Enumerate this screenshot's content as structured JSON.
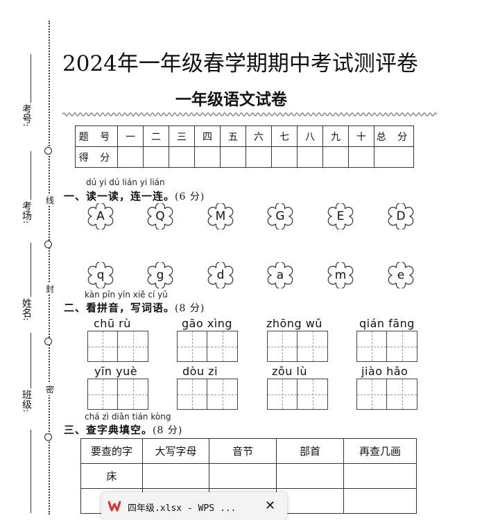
{
  "margin": {
    "labels": [
      "考号:",
      "考场:",
      "姓名:",
      "班级:"
    ],
    "seal_chars": [
      "线",
      "封",
      "密"
    ]
  },
  "header": {
    "title": "2024年一年级春学期期中考试测评卷",
    "subtitle": "一年级语文试卷"
  },
  "score_table": {
    "row1_label": "题 号",
    "numbers": [
      "一",
      "二",
      "三",
      "四",
      "五",
      "六",
      "七",
      "八",
      "九",
      "十"
    ],
    "total_label": "总 分",
    "row2_label": "得 分"
  },
  "section1": {
    "pinyin": "dú yi dú   lián yi lián",
    "title": "一、读一读，连一连。",
    "points": "(6 分)",
    "upper_letters": [
      "A",
      "Q",
      "M",
      "G",
      "E",
      "D"
    ],
    "lower_letters": [
      "q",
      "g",
      "d",
      "a",
      "m",
      "e"
    ]
  },
  "section2": {
    "pinyin": "kàn pīn yīn   xiě cí yǔ",
    "title": "二、看拼音，写词语。",
    "points": "(8 分)",
    "words": [
      "chū   rù",
      "gāo  xìng",
      "zhōng  wǔ",
      "qián  fāng",
      "yīn   yuè",
      "dòu    zi",
      "zǒu    lù",
      "jiào  hǎo"
    ]
  },
  "section3": {
    "pinyin": "chá zì diǎn tián kòng",
    "title": "三、查字典填空。",
    "points": "(8 分)",
    "headers": [
      "要查的字",
      "大写字母",
      "音节",
      "部首",
      "再查几画"
    ],
    "rows": [
      "床",
      ""
    ]
  },
  "popup": {
    "text": "四年级.xlsx - WPS ...",
    "close": "✕"
  }
}
